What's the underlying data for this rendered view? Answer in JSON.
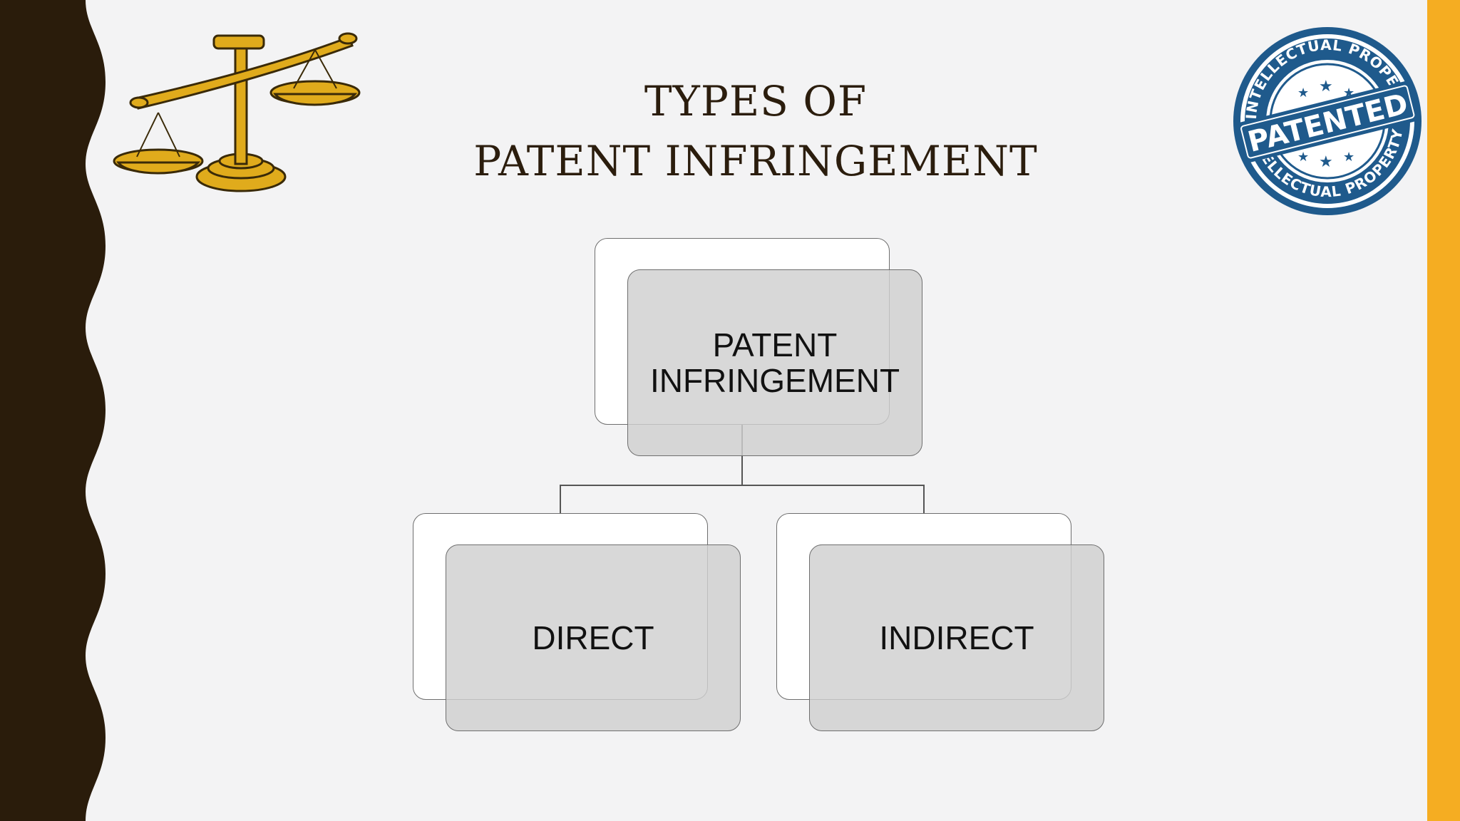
{
  "slide": {
    "title_lines": [
      "TYPES OF",
      "PATENT INFRINGEMENT"
    ]
  },
  "diagram": {
    "root": {
      "label_lines": [
        "PATENT",
        "INFRINGEMENT"
      ]
    },
    "children": [
      {
        "label": "DIRECT"
      },
      {
        "label": "INDIRECT"
      }
    ]
  },
  "stamp": {
    "top_text": "INTELLECTUAL PROPERTY",
    "center_text": "PATENTED",
    "bottom_text": "INTELLECTUAL PROPERTY"
  },
  "icons": {
    "logo": "scales-of-justice-icon",
    "stamp": "patented-stamp-icon"
  },
  "colors": {
    "left_band": "#2a1c0b",
    "right_band": "#f5ad22",
    "logo_gold": "#e0ab1c",
    "stamp_blue": "#1f5a8c"
  }
}
